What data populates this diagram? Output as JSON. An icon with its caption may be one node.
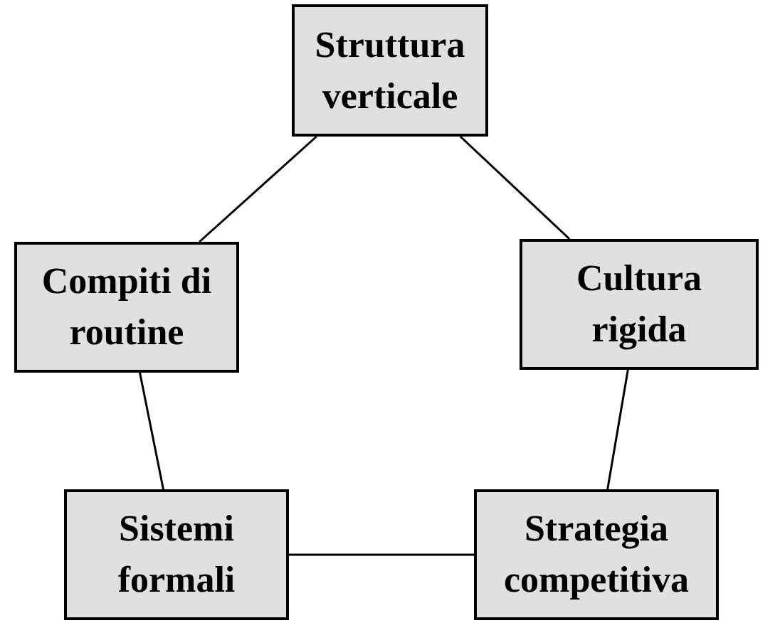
{
  "diagram": {
    "nodes": [
      {
        "text": [
          "Struttura verticale"
        ]
      },
      {
        "text": [
          "Compiti di routine"
        ]
      },
      {
        "text": [
          "Cultura rigida"
        ]
      },
      {
        "text": [
          "Sistemi formali"
        ]
      },
      {
        "text": [
          "Strategia competitiva"
        ]
      }
    ],
    "edges": [
      {
        "from": 0,
        "to": 1,
        "arrow": "none"
      },
      {
        "from": 0,
        "to": 2,
        "arrow": "none"
      },
      {
        "from": 1,
        "to": 3,
        "arrow": "none"
      },
      {
        "from": 2,
        "to": 4,
        "arrow": "none"
      },
      {
        "from": 3,
        "to": 4,
        "arrow": "none"
      }
    ]
  }
}
